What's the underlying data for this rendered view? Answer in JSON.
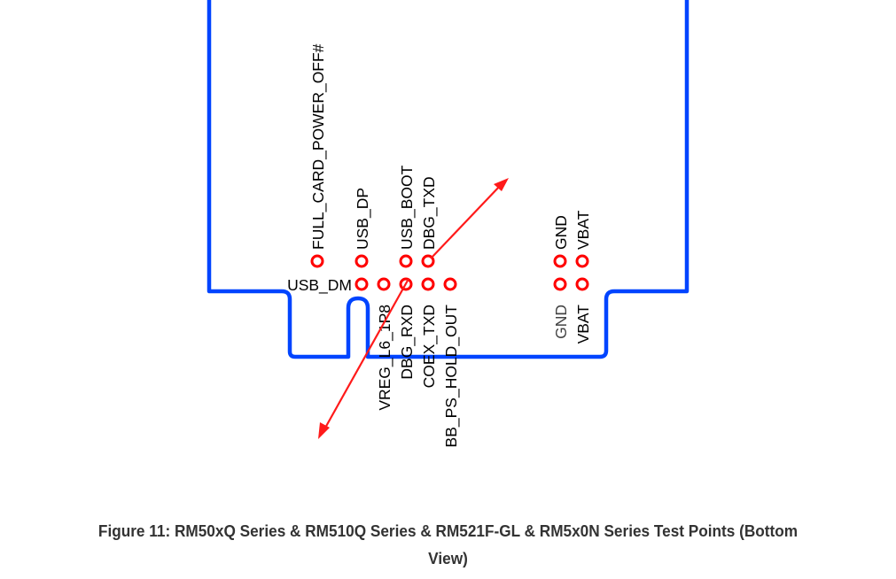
{
  "colors": {
    "board_outline": "#0044ff",
    "test_point": "#ff0000",
    "arrow": "#ff1a1a",
    "label": "#000000",
    "caption": "#333333"
  },
  "labels": {
    "full_card_power_off": "FULL_CARD_POWER_OFF#",
    "usb_dp": "USB_DP",
    "usb_boot": "USB_BOOT",
    "dbg_txd": "DBG_TXD",
    "usb_dm": "USB_DM",
    "vreg_l6_1p8": "VREG_L6_1P8",
    "dbg_rxd": "DBG_RXD",
    "coex_txd": "COEX_TXD",
    "bb_ps_hold_out": "BB_PS_HOLD_OUT",
    "gnd_top": "GND",
    "vbat_top": "VBAT",
    "gnd_bottom": "GND",
    "vbat_bottom": "VBAT"
  },
  "caption": {
    "line1": "Figure 11: RM50xQ Series & RM510Q Series & RM521F-GL & RM5x0N Series Test Points (Bottom",
    "line2": "View)"
  }
}
